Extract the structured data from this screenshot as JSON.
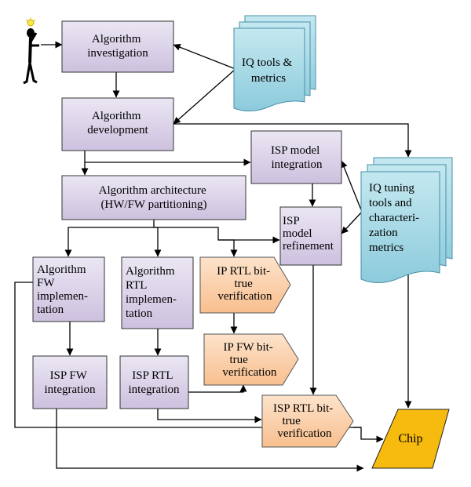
{
  "nodes": {
    "algorithm_investigation": [
      "Algorithm",
      "investigation"
    ],
    "algorithm_development": [
      "Algorithm",
      "development"
    ],
    "algorithm_architecture": [
      "Algorithm architecture",
      "(HW/FW partitioning)"
    ],
    "isp_model_integration": [
      "ISP model",
      "integration"
    ],
    "isp_model_refinement": [
      "ISP",
      "model",
      "refinement"
    ],
    "iq_tools_metrics": [
      "IQ tools &",
      "metrics"
    ],
    "iq_tuning_tools": [
      "IQ tuning",
      "tools and",
      "characteri-",
      "zation",
      "metrics"
    ],
    "algorithm_fw_implementation": [
      "Algorithm",
      "FW",
      "implemen-",
      "tation"
    ],
    "algorithm_rtl_implementation": [
      "Algorithm",
      "RTL",
      "implemen-",
      "tation"
    ],
    "ip_rtl_verification": [
      "IP RTL bit-",
      "true",
      "verification"
    ],
    "ip_fw_verification": [
      "IP FW bit-",
      "true",
      "verification"
    ],
    "isp_fw_integration": [
      "ISP FW",
      "integration"
    ],
    "isp_rtl_integration": [
      "ISP RTL",
      "integration"
    ],
    "isp_rtl_verification": [
      "ISP RTL bit-",
      "true",
      "verification"
    ],
    "chip": [
      "Chip"
    ]
  },
  "colors": {
    "purple_box": "#ddd5ea",
    "orange_box": "#fcd1ac",
    "blue_doc": "#a9d9e5",
    "chip": "#f6bb0e",
    "edge": "#000000"
  }
}
